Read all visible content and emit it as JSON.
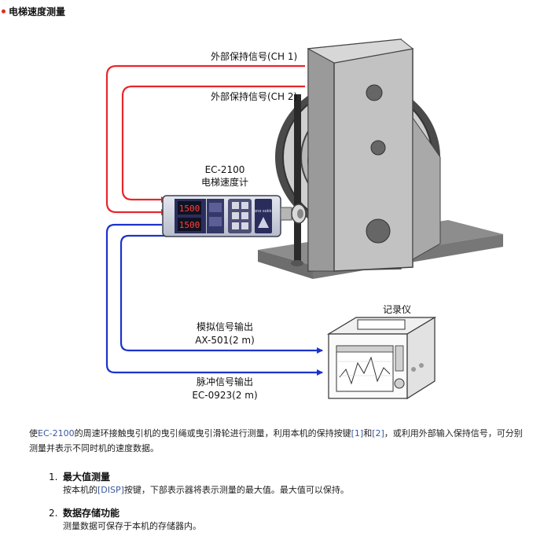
{
  "page": {
    "title": "电梯速度测量"
  },
  "diagram": {
    "labels": {
      "ch1": "外部保持信号(CH 1)",
      "ch2": "外部保持信号(CH 2)",
      "device_model": "EC-2100",
      "device_name": "电梯速度计",
      "recorder": "记录仪",
      "analog_title": "模拟信号输出",
      "analog_part": "AX-501(2 m)",
      "pulse_title": "脉冲信号输出",
      "pulse_part": "EC-0923(2 m)",
      "display_top": "1500",
      "display_bottom": "1500",
      "brand": "ono sokki"
    },
    "colors": {
      "hold_signal": "#e8262a",
      "output_signal": "#1c33c8"
    }
  },
  "intro": {
    "p1": "使",
    "c1": "EC-2100",
    "p2": "的周速环接触曳引机的曳引绳或曳引滑轮进行测量，利用本机的保持按键",
    "c2": "[1]",
    "p3": "和",
    "c3": "[2]",
    "p4": "，或利用外部输入保持信号，可分别测量并表示不同时机的速度数据。"
  },
  "features": [
    {
      "num": "1.",
      "title": "最大值测量",
      "d1": "按本机的",
      "code": "[DISP]",
      "d2": "按键，下部表示器将表示测量的最大值。最大值可以保持。"
    },
    {
      "num": "2.",
      "title": "数据存储功能",
      "d1": "测量数据可保存于本机的存储器内。",
      "code": "",
      "d2": ""
    }
  ]
}
